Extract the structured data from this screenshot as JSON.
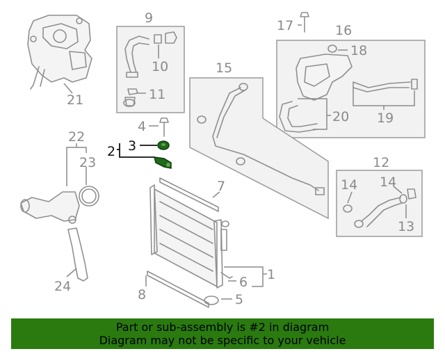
{
  "diagram": {
    "callouts": {
      "c1": "1",
      "c2": "2",
      "c3": "3",
      "c4": "4",
      "c5": "5",
      "c6": "6",
      "c7": "7",
      "c8": "8",
      "c9": "9",
      "c10": "10",
      "c11": "11",
      "c12": "12",
      "c13": "13",
      "c14a": "14",
      "c14b": "14",
      "c15": "15",
      "c16": "16",
      "c17": "17",
      "c18": "18",
      "c19": "19",
      "c20": "20",
      "c21": "21",
      "c22": "22",
      "c23": "23",
      "c24": "24"
    },
    "highlighted_part": "2",
    "colors": {
      "line_gray": "#8f8f8f",
      "highlight_green": "#1f6a1a",
      "banner_green": "#2a7a10"
    }
  },
  "banner": {
    "line1": "Part or sub-assembly is #2 in diagram",
    "line2": "Diagram may not be specific to your vehicle"
  }
}
